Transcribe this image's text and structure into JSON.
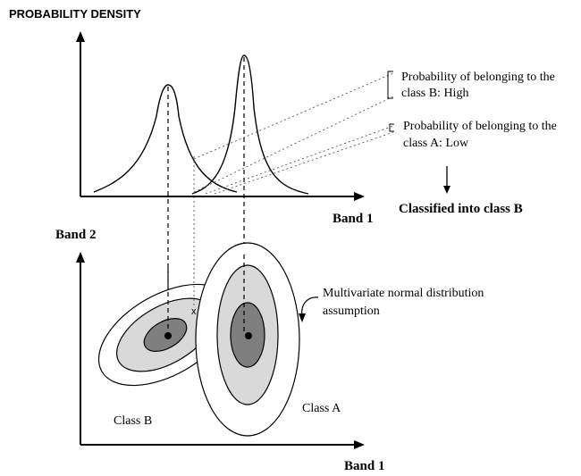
{
  "top_chart": {
    "y_axis_title": "PROBABILITY DENSITY",
    "x_axis_label": "Band 1"
  },
  "annotations": {
    "prob_b_line1": "Probability of belonging to the",
    "prob_b_line2": "class B: High",
    "prob_a_line1": "Probability of belonging to the",
    "prob_a_line2": "class A: Low",
    "result": "Classified into class B"
  },
  "bottom_chart": {
    "y_axis_label": "Band 2",
    "x_axis_label": "Band 1",
    "assumption_line1": "Multivariate normal distribution",
    "assumption_line2": "assumption",
    "class_a_label": "Class A",
    "class_b_label": "Class B",
    "sample_marker": "x"
  },
  "colors": {
    "outer_fill": "#ffffff",
    "middle_fill": "#d9d9d9",
    "core_fill": "#7f7f7f",
    "stroke": "#000000"
  }
}
